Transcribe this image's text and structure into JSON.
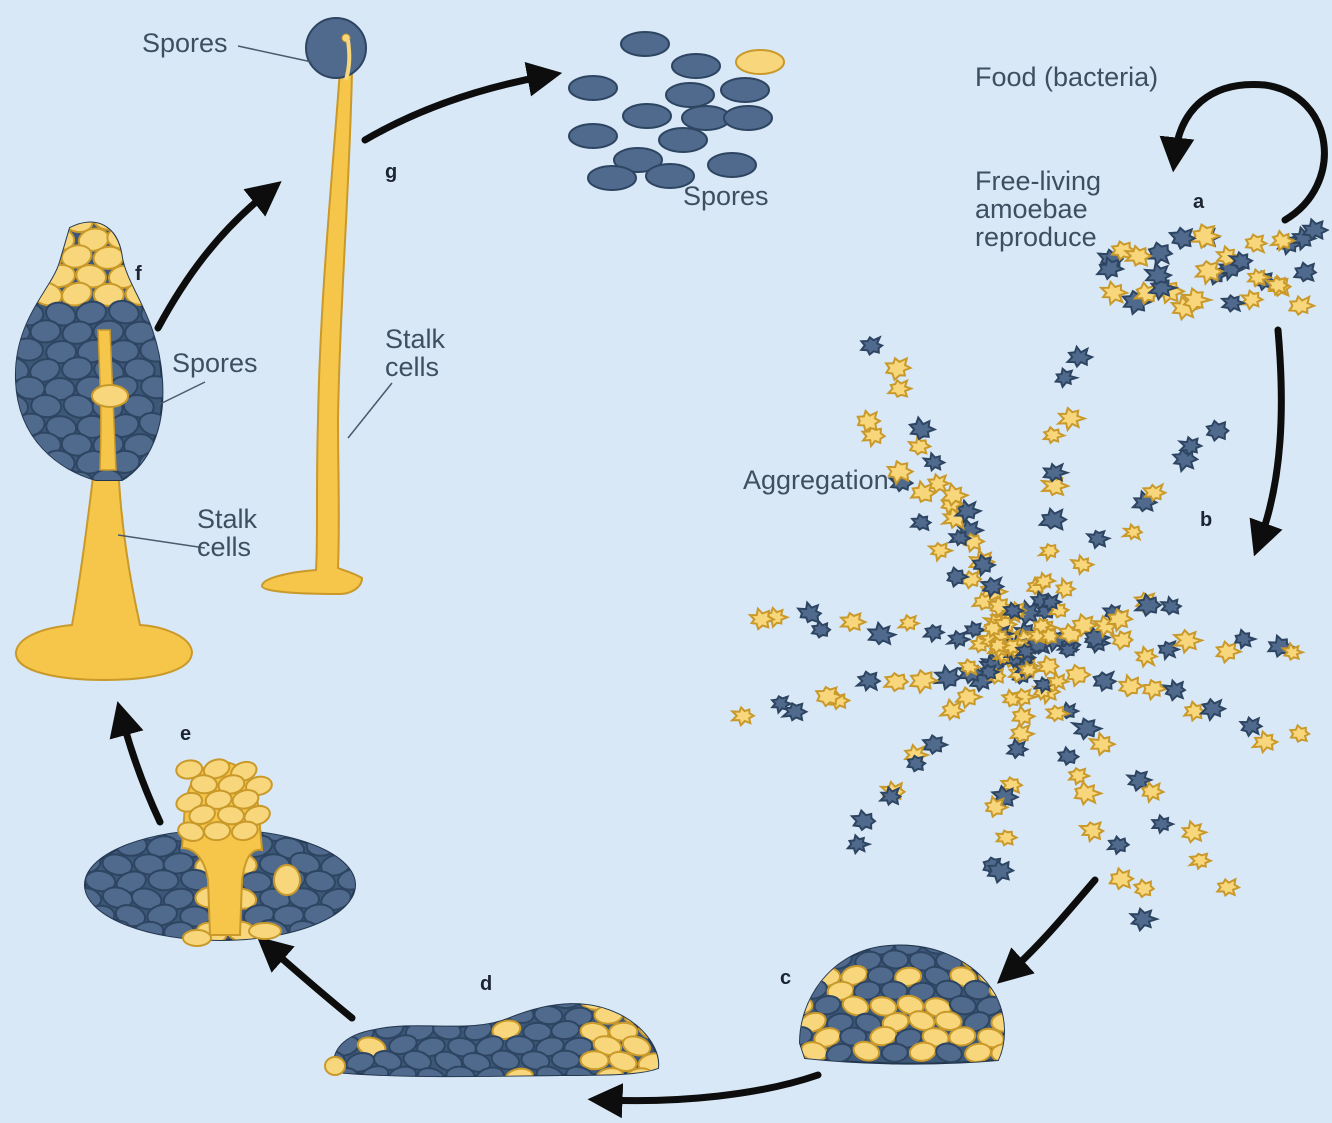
{
  "labels": {
    "food": "Food (bacteria)",
    "free_living_1": "Free-living",
    "free_living_2": "amoebae",
    "free_living_3": "reproduce",
    "aggregation": "Aggregation",
    "spores_top": "Spores",
    "spores_cluster": "Spores",
    "spores_f": "Spores",
    "stalk_g_1": "Stalk",
    "stalk_g_2": "cells",
    "stalk_f_1": "Stalk",
    "stalk_f_2": "cells"
  },
  "stages": {
    "a": "a",
    "b": "b",
    "c": "c",
    "d": "d",
    "e": "e",
    "f": "f",
    "g": "g"
  },
  "colors": {
    "background": "#d8e8f7",
    "spore_blue": "#4f6a8d",
    "stalk_yellow": "#f8d77c",
    "arrow": "#0d0d0d"
  }
}
